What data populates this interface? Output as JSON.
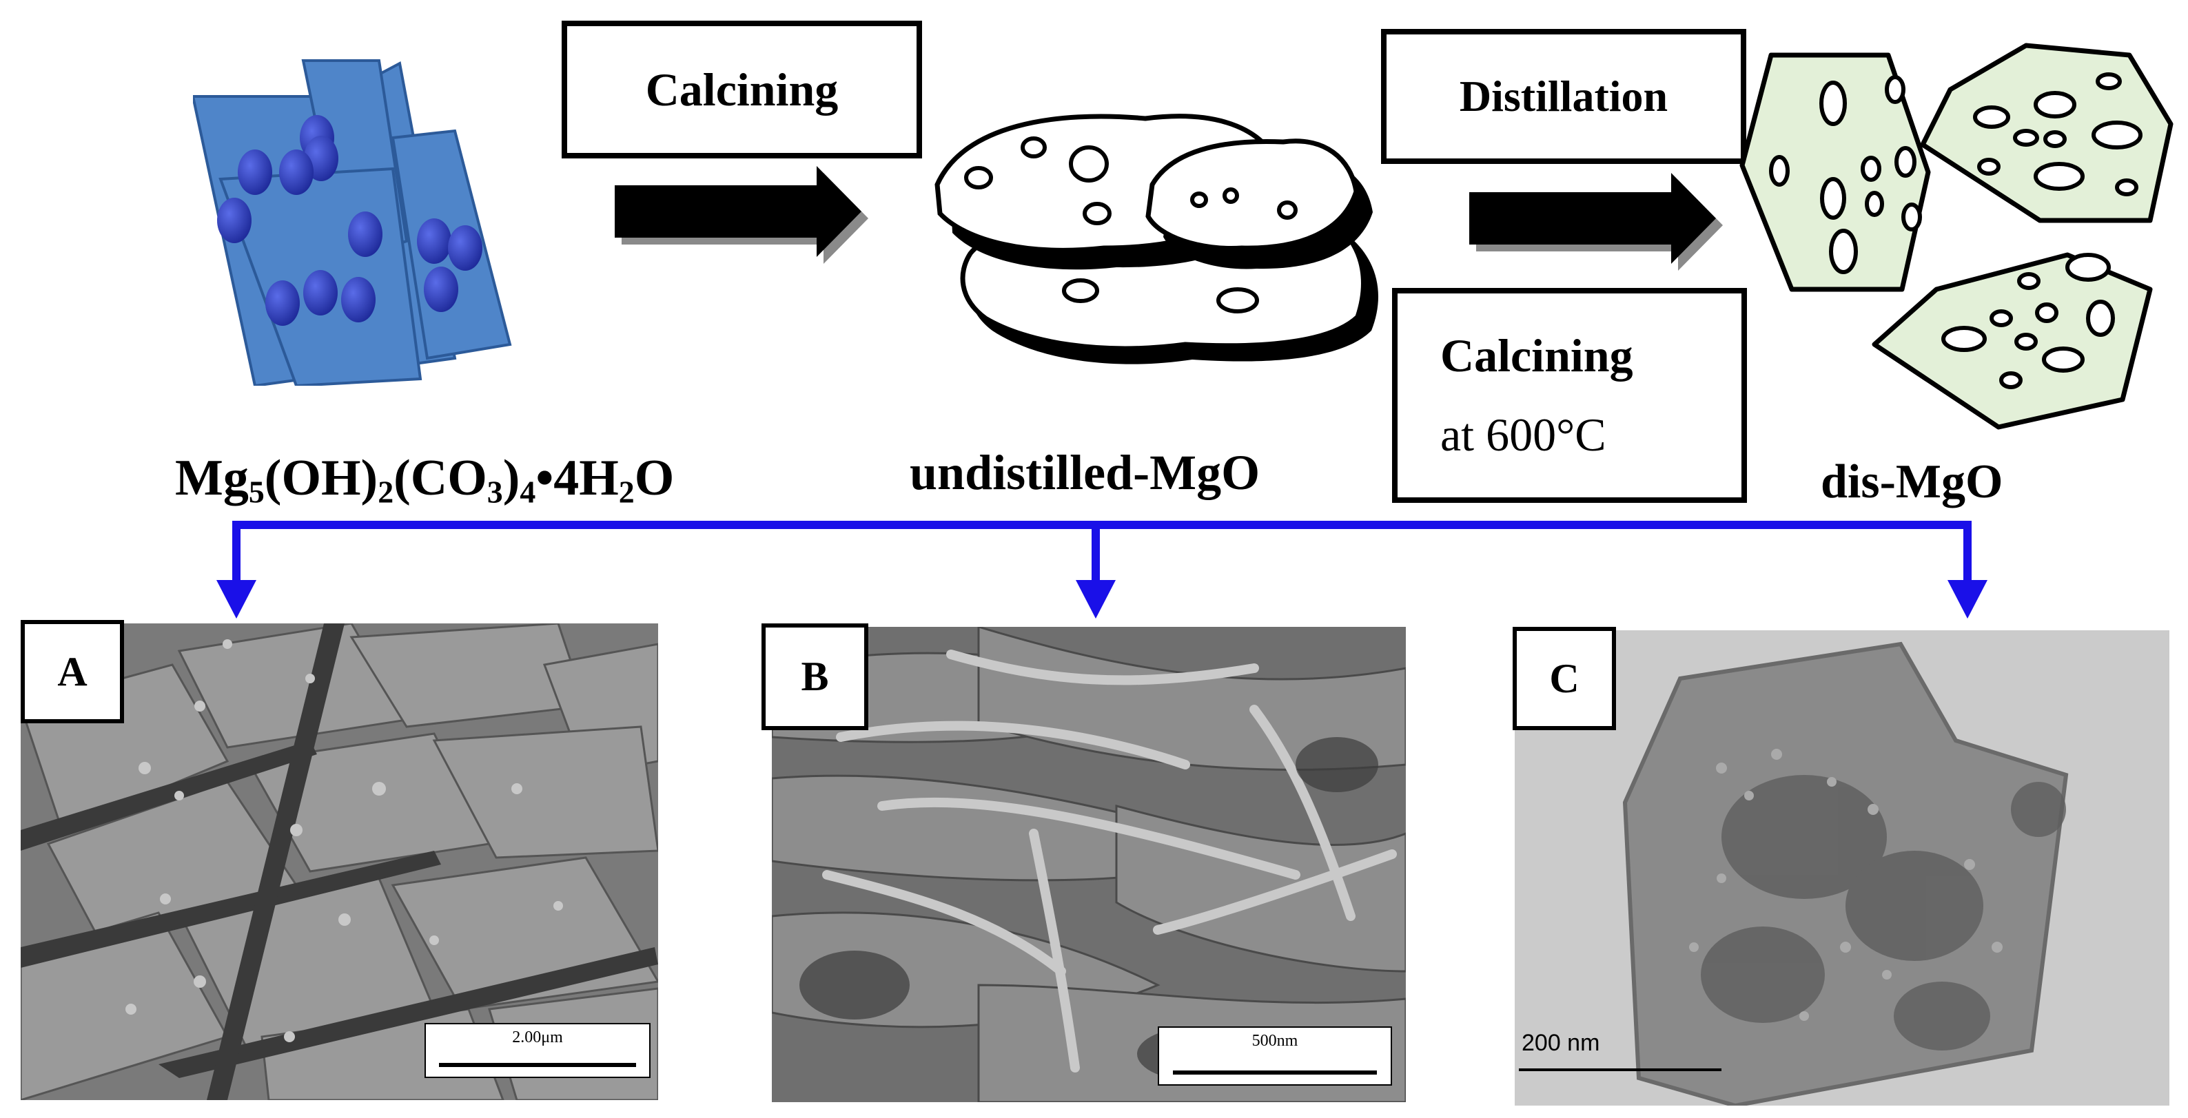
{
  "process": {
    "step1_label": "Calcining",
    "step2_label": "Distillation",
    "step3_line1": "Calcining",
    "step3_line2": "at 600°C"
  },
  "materials": {
    "precursor": {
      "parts": [
        "Mg",
        "5",
        "(OH)",
        "2",
        "(CO",
        "3",
        ")",
        "4",
        "•4H",
        "2",
        "O"
      ]
    },
    "intermediate": "undistilled-MgO",
    "product": "dis-MgO"
  },
  "panels": [
    {
      "tag": "A",
      "scale": "2.00μm"
    },
    {
      "tag": "B",
      "scale": "500nm"
    },
    {
      "tag": "C",
      "scale": "200 nm"
    }
  ],
  "colors": {
    "connector": "#1a10e8",
    "precursor_fill": "#4f85c9",
    "precursor_dot": "#2a3bb8",
    "product_fill": "#e3f0d8"
  }
}
